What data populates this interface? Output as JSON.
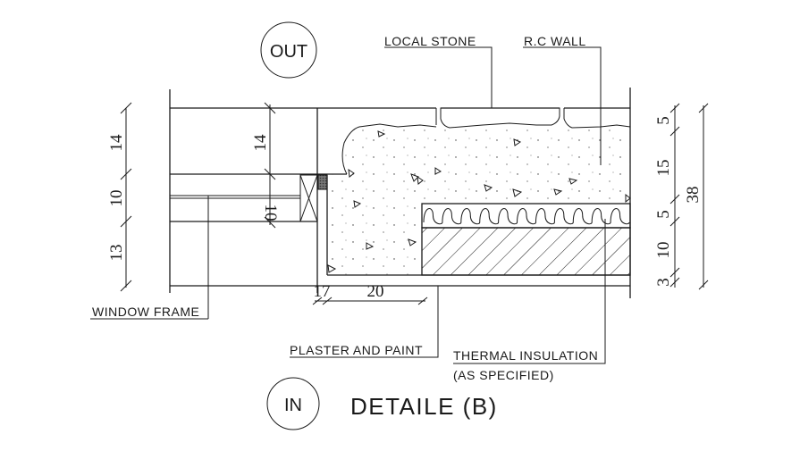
{
  "drawing": {
    "title": "DETAILE (B)",
    "tags": {
      "outside": "OUT",
      "inside": "IN"
    },
    "labels": {
      "local_stone": "LOCAL STONE",
      "rc_wall": "R.C WALL",
      "window_frame": "WINDOW FRAME",
      "plaster_paint": "PLASTER AND PAINT",
      "thermal_insulation": "THERMAL INSULATION",
      "as_specified": "(AS SPECIFIED)"
    },
    "dimensions": {
      "left_outer": [
        "14",
        "10",
        "13"
      ],
      "left_inner": [
        "14",
        "10"
      ],
      "bottom": [
        "17",
        "20"
      ],
      "right_chain": [
        "5",
        "15",
        "5",
        "10",
        "3"
      ],
      "right_total": "38"
    },
    "colors": {
      "line": "#1a1a1a",
      "background": "#ffffff"
    }
  }
}
